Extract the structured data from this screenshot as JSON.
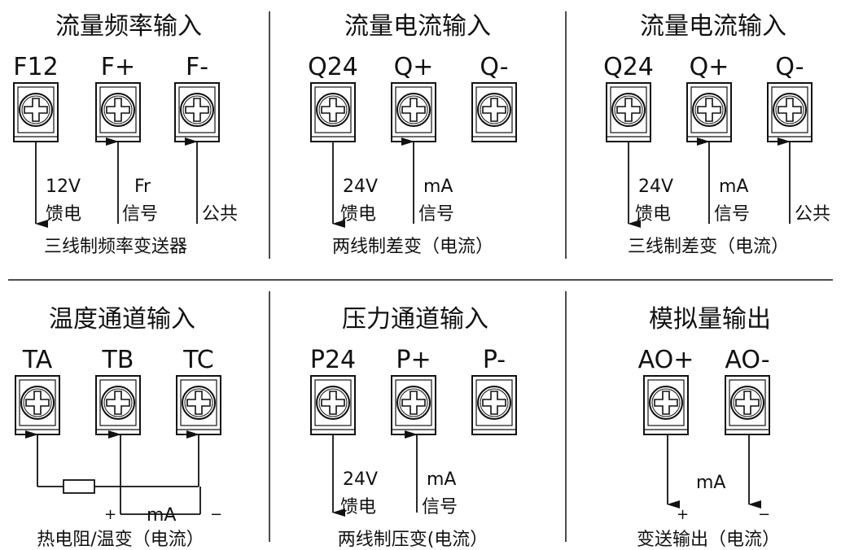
{
  "colors": {
    "ink": "#111111",
    "background": "#ffffff"
  },
  "icons": {
    "terminal": "screw-terminal-icon",
    "arrow": "arrow-icon",
    "resistor": "resistor-icon"
  },
  "panels": [
    {
      "id": "flow-frequency",
      "title": "流量频率输入",
      "terminals": [
        "F12",
        "F+",
        "F-"
      ],
      "labels": [
        {
          "top": "12V",
          "bottom": "馈电"
        },
        {
          "top": "Fr",
          "bottom": "信号"
        },
        {
          "top": "",
          "bottom": "公共"
        }
      ],
      "caption": "三线制频率变送器"
    },
    {
      "id": "flow-current-2wire",
      "title": "流量电流输入",
      "terminals": [
        "Q24",
        "Q+",
        "Q-"
      ],
      "labels": [
        {
          "top": "24V",
          "bottom": "馈电"
        },
        {
          "top": "mA",
          "bottom": "信号"
        }
      ],
      "caption": "两线制差变（电流）"
    },
    {
      "id": "flow-current-3wire",
      "title": "流量电流输入",
      "terminals": [
        "Q24",
        "Q+",
        "Q-"
      ],
      "labels": [
        {
          "top": "24V",
          "bottom": "馈电"
        },
        {
          "top": "mA",
          "bottom": "信号"
        },
        {
          "top": "",
          "bottom": "公共"
        }
      ],
      "caption": "三线制差变（电流）"
    },
    {
      "id": "temperature",
      "title": "温度通道输入",
      "terminals": [
        "TA",
        "TB",
        "TC"
      ],
      "current_label": "mA",
      "polarity": [
        "+",
        "−"
      ],
      "caption": "热电阻/温变（电流）"
    },
    {
      "id": "pressure",
      "title": "压力通道输入",
      "terminals": [
        "P24",
        "P+",
        "P-"
      ],
      "labels": [
        {
          "top": "24V",
          "bottom": "馈电"
        },
        {
          "top": "mA",
          "bottom": "信号"
        }
      ],
      "caption": "两线制压变(电流）"
    },
    {
      "id": "analog-output",
      "title": "模拟量输出",
      "terminals": [
        "AO+",
        "AO-"
      ],
      "current_label": "mA",
      "polarity": [
        "+",
        "−"
      ],
      "caption": "变送输出（电流）"
    }
  ]
}
